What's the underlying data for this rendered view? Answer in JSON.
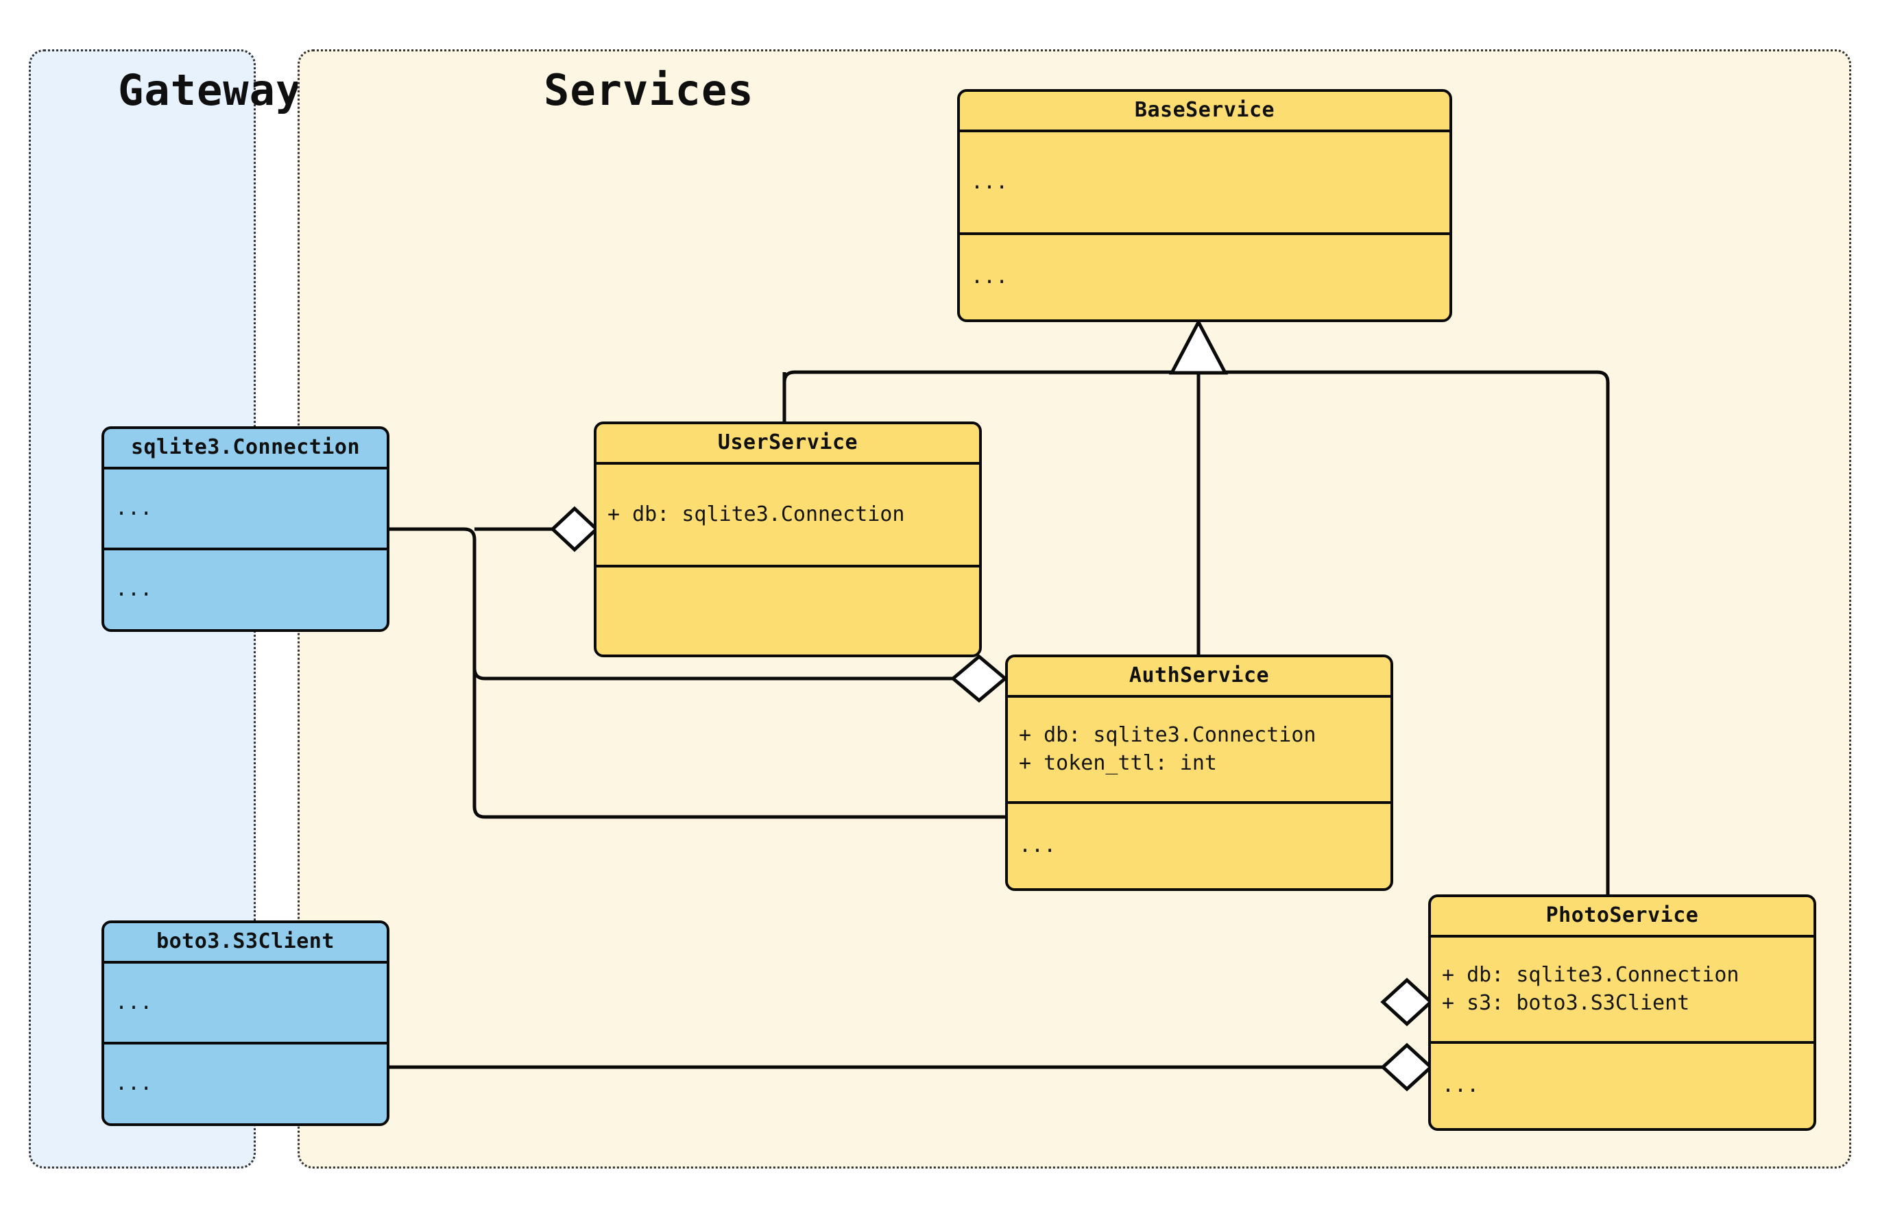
{
  "diagram": {
    "kind": "uml-class-diagram",
    "background": "#ffffff",
    "ellipsis": "..."
  },
  "groups": [
    {
      "id": "gateways",
      "title": "Gateways",
      "fill": "#e8f2fd",
      "border": "#333333"
    },
    {
      "id": "services",
      "title": "Services",
      "fill": "#fdf6e3",
      "border": "#333333"
    }
  ],
  "classes": {
    "base_service": {
      "name": "BaseService",
      "fill": "#fcdd72",
      "attributes": [
        "..."
      ],
      "methods": [
        "..."
      ]
    },
    "user_service": {
      "name": "UserService",
      "fill": "#fcdd72",
      "attributes": [
        "+ db: sqlite3.Connection"
      ],
      "methods": [
        ""
      ]
    },
    "auth_service": {
      "name": "AuthService",
      "fill": "#fcdd72",
      "attributes": [
        "+ db: sqlite3.Connection",
        "+ token_ttl: int"
      ],
      "methods": [
        "..."
      ]
    },
    "photo_service": {
      "name": "PhotoService",
      "fill": "#fcdd72",
      "attributes": [
        "+ db: sqlite3.Connection",
        "+ s3: boto3.S3Client"
      ],
      "methods": [
        "..."
      ]
    },
    "sqlite_connection": {
      "name": "sqlite3.Connection",
      "fill": "#92cdee",
      "attributes": [
        "..."
      ],
      "methods": [
        "..."
      ]
    },
    "s3_client": {
      "name": "boto3.S3Client",
      "fill": "#92cdee",
      "attributes": [
        "..."
      ],
      "methods": [
        "..."
      ]
    }
  },
  "relations": [
    {
      "id": "rel-inherit-user",
      "type": "generalization",
      "from": "UserService",
      "to": "BaseService",
      "marker": "hollow-triangle"
    },
    {
      "id": "rel-inherit-auth",
      "type": "generalization",
      "from": "AuthService",
      "to": "BaseService",
      "marker": "hollow-triangle"
    },
    {
      "id": "rel-inherit-photo",
      "type": "generalization",
      "from": "PhotoService",
      "to": "BaseService",
      "marker": "hollow-triangle"
    },
    {
      "id": "rel-agg-user-db",
      "type": "aggregation",
      "from": "UserService",
      "to": "sqlite3.Connection",
      "marker": "hollow-diamond"
    },
    {
      "id": "rel-agg-auth-db",
      "type": "aggregation",
      "from": "AuthService",
      "to": "sqlite3.Connection",
      "marker": "hollow-diamond"
    },
    {
      "id": "rel-agg-photo-db",
      "type": "aggregation",
      "from": "PhotoService",
      "to": "sqlite3.Connection",
      "marker": "hollow-diamond"
    },
    {
      "id": "rel-agg-photo-s3",
      "type": "aggregation",
      "from": "PhotoService",
      "to": "boto3.S3Client",
      "marker": "hollow-diamond"
    }
  ]
}
